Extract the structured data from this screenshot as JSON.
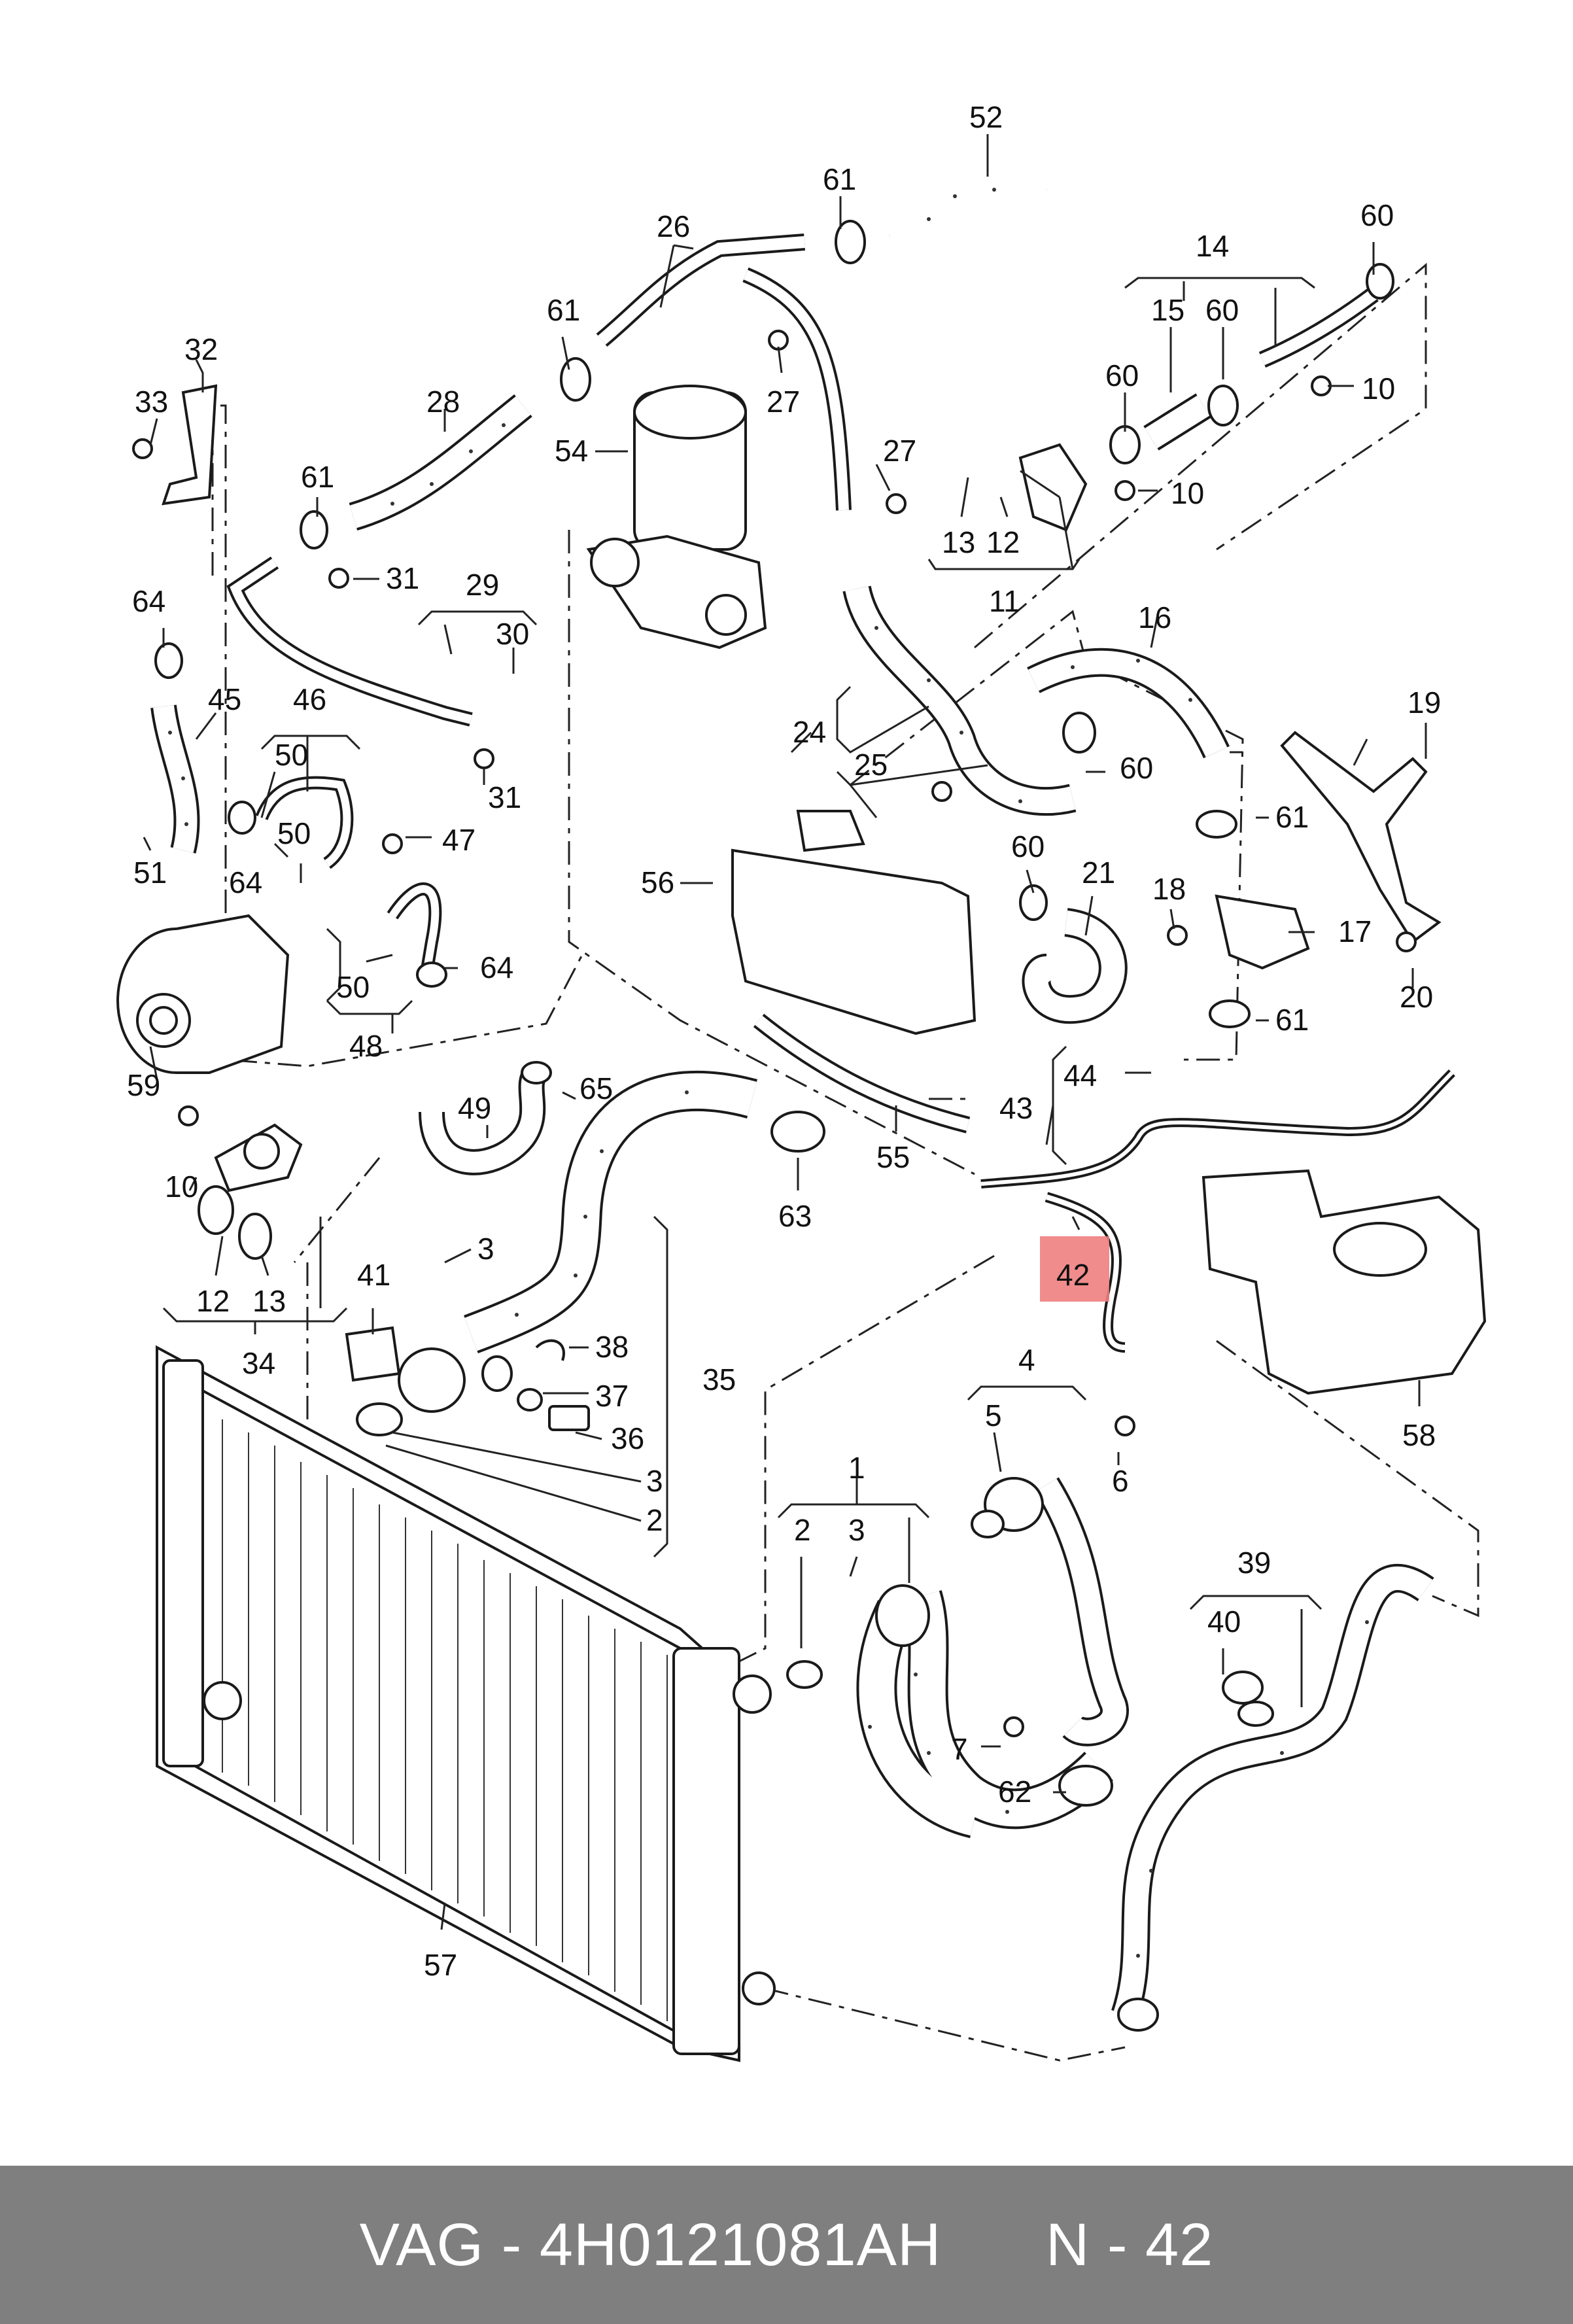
{
  "colors": {
    "footer_bg": "#7f7f7f",
    "footer_text": "#ffffff",
    "highlight": "#f08080",
    "line": "#222222"
  },
  "labels": {
    "l52": "52",
    "l61a": "61",
    "l26": "26",
    "l61b": "61",
    "l14": "14",
    "l60a": "60",
    "l15": "15",
    "l60b": "60",
    "l60c": "60",
    "l10a": "10",
    "l10b": "10",
    "l32": "32",
    "l33": "33",
    "l28": "28",
    "l27a": "27",
    "l27b": "27",
    "l54": "54",
    "l61c": "61",
    "l13a": "13",
    "l12a": "12",
    "l11": "11",
    "l31a": "31",
    "l29": "29",
    "l30": "30",
    "l64a": "64",
    "l45": "45",
    "l16": "16",
    "l46": "46",
    "l50a": "50",
    "l31b": "31",
    "l24": "24",
    "l19": "19",
    "l25": "25",
    "l60d": "60",
    "l61d": "61",
    "l51": "51",
    "l64b": "64",
    "l50b": "50",
    "l47": "47",
    "l56": "56",
    "l60e": "60",
    "l21": "21",
    "l18": "18",
    "l17": "17",
    "l20": "20",
    "l50c": "50",
    "l64c": "64",
    "l48": "48",
    "l61e": "61",
    "l59": "59",
    "l49": "49",
    "l65": "65",
    "l44": "44",
    "l43": "43",
    "l10c": "10",
    "l55": "55",
    "l63": "63",
    "l3a": "3",
    "l42": "42",
    "l12b": "12",
    "l13b": "13",
    "l41": "41",
    "l38": "38",
    "l34": "34",
    "l35": "35",
    "l37": "37",
    "l36": "36",
    "l3b": "3",
    "l2a": "2",
    "l4": "4",
    "l5": "5",
    "l6": "6",
    "l58": "58",
    "l1": "1",
    "l2b": "2",
    "l3c": "3",
    "l39": "39",
    "l40": "40",
    "l7": "7",
    "l62": "62",
    "l57": "57"
  },
  "footer": {
    "part_text": "VAG - 4H0121081AH",
    "number_text": "N - 42"
  }
}
